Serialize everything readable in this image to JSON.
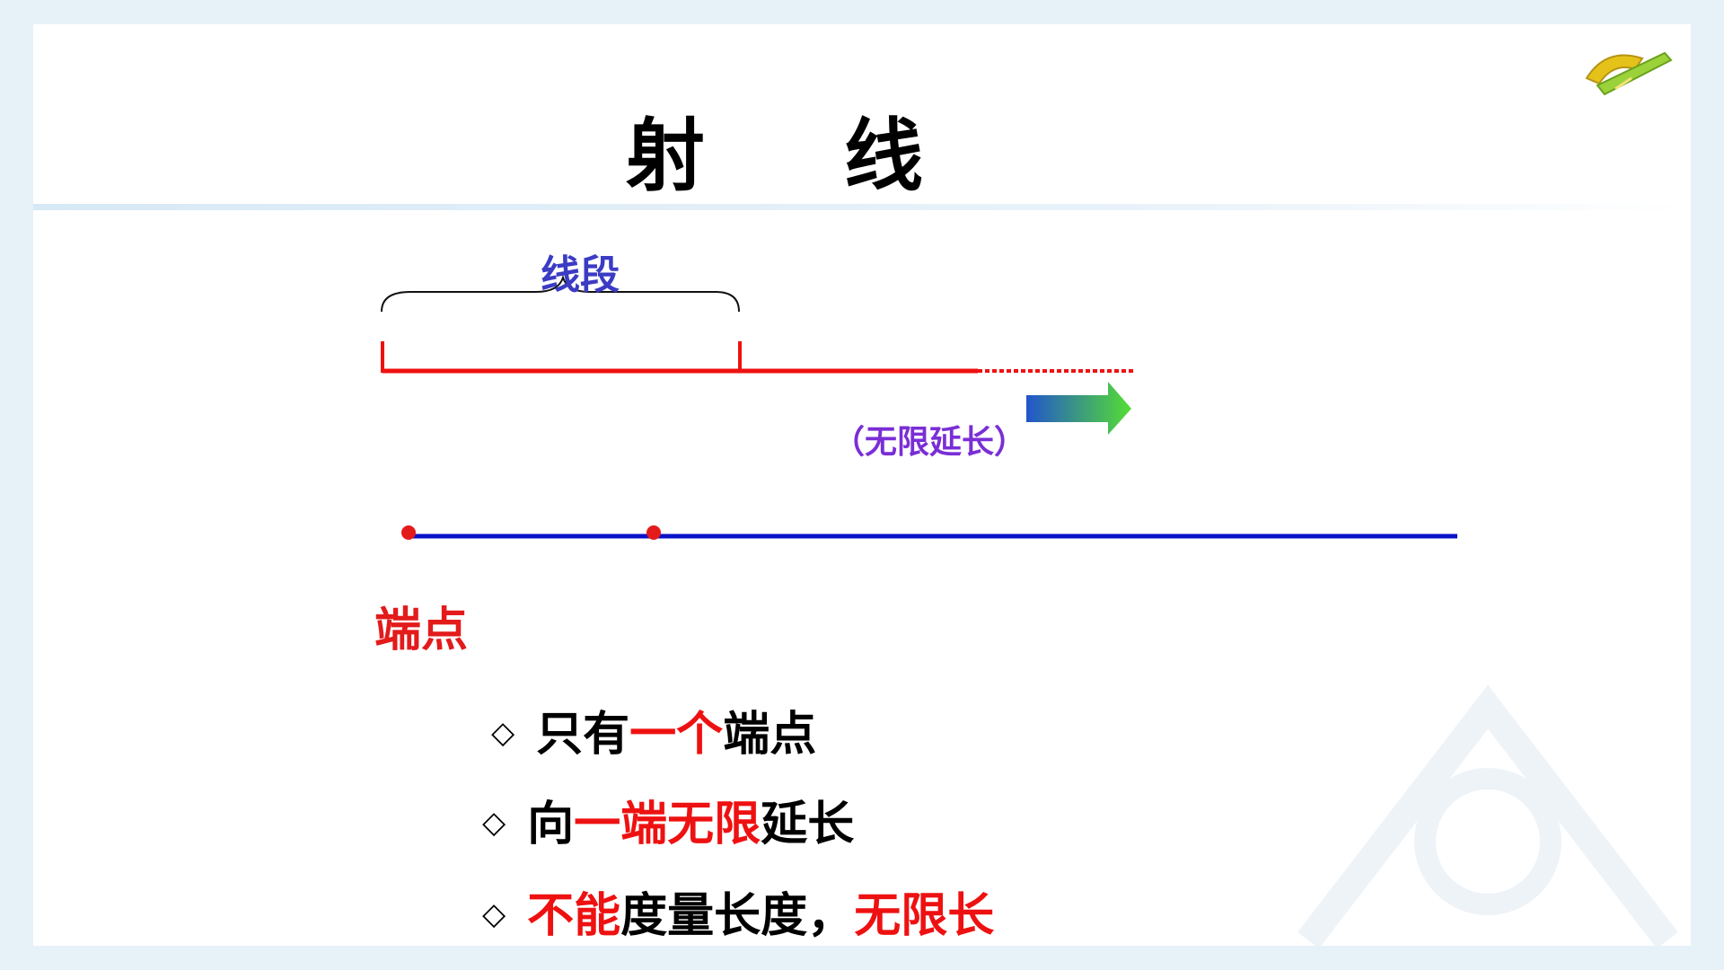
{
  "title": {
    "char1": "射",
    "char2": "线"
  },
  "diagram": {
    "segment_label": "线段",
    "infinite_label": "（无限延长）",
    "endpoint_label": "端点"
  },
  "bullets": {
    "marker": "◇",
    "b1": {
      "p1": "只有",
      "p2": "一个",
      "p3": "端点"
    },
    "b2": {
      "p1": "向",
      "p2": "一端无限",
      "p3": "延长"
    },
    "b3": {
      "p1": "不能",
      "p2": "度量长度，",
      "p3": "无限长"
    }
  },
  "colors": {
    "segment": "#ee1111",
    "ray": "#0a12c8",
    "endpoint": "#e31b1b",
    "arrow_start": "#2255cc",
    "arrow_end": "#55dd33"
  },
  "icons": {
    "logo": "ruler-protractor-icon",
    "watermark": "publisher-watermark-icon"
  }
}
